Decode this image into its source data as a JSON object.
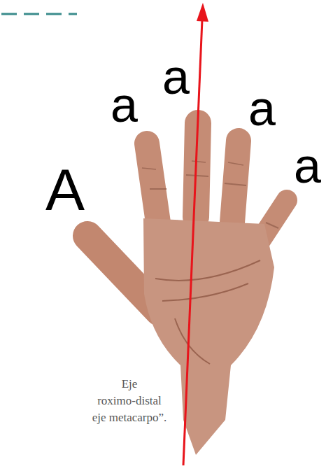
{
  "diagram": {
    "labels": [
      "A",
      "a",
      "a",
      "a",
      "a",
      "Eje",
      "roximo-distal",
      "eje metacarpo”."
    ]
  }
}
